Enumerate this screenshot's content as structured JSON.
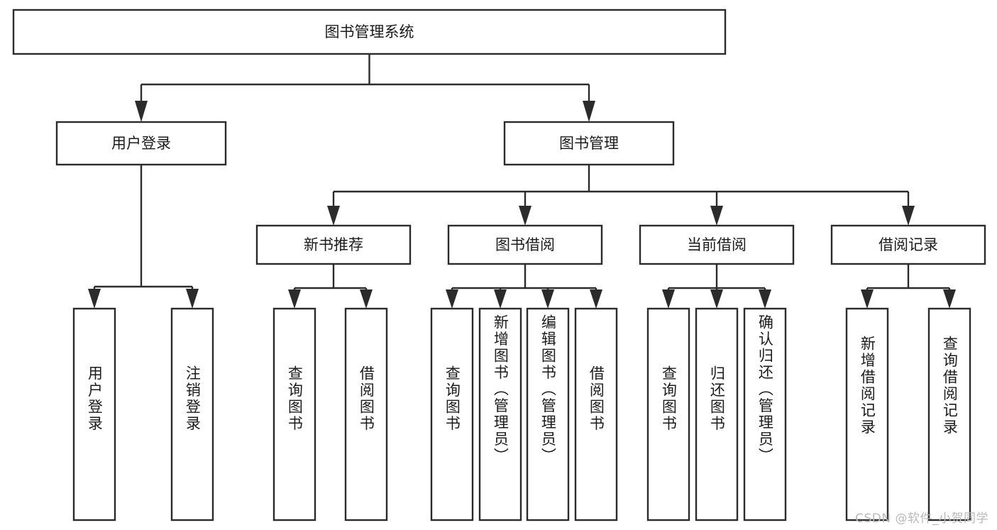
{
  "diagram": {
    "type": "tree-hierarchy-chart",
    "title": "图书管理系统",
    "background_color": "#ffffff",
    "line_color": "#2b2b2b",
    "text_color": "#1b1b1b",
    "root": {
      "id": "root",
      "label": "图书管理系统",
      "orientation": "horizontal"
    },
    "level1": [
      {
        "id": "user-login",
        "label": "用户登录",
        "orientation": "horizontal"
      },
      {
        "id": "book-manage",
        "label": "图书管理",
        "orientation": "horizontal"
      }
    ],
    "level2": [
      {
        "id": "new-book-recommend",
        "label": "新书推荐",
        "parent": "book-manage",
        "orientation": "horizontal"
      },
      {
        "id": "book-borrow",
        "label": "图书借阅",
        "parent": "book-manage",
        "orientation": "horizontal"
      },
      {
        "id": "current-borrow",
        "label": "当前借阅",
        "parent": "book-manage",
        "orientation": "horizontal"
      },
      {
        "id": "borrow-record",
        "label": "借阅记录",
        "parent": "book-manage",
        "orientation": "horizontal"
      }
    ],
    "leaves": [
      {
        "id": "leaf-user-login",
        "label": "用户登录",
        "parent": "user-login",
        "orientation": "vertical"
      },
      {
        "id": "leaf-user-logout",
        "label": "注销登录",
        "parent": "user-login",
        "orientation": "vertical"
      },
      {
        "id": "leaf-query-book-1",
        "label": "查询图书",
        "parent": "new-book-recommend",
        "orientation": "vertical"
      },
      {
        "id": "leaf-borrow-book-1",
        "label": "借阅图书",
        "parent": "new-book-recommend",
        "orientation": "vertical"
      },
      {
        "id": "leaf-query-book-2",
        "label": "查询图书",
        "parent": "book-borrow",
        "orientation": "vertical"
      },
      {
        "id": "leaf-add-book",
        "label": "新增图书（管理员）",
        "parent": "book-borrow",
        "orientation": "vertical"
      },
      {
        "id": "leaf-edit-book",
        "label": "编辑图书（管理员）",
        "parent": "book-borrow",
        "orientation": "vertical"
      },
      {
        "id": "leaf-borrow-book-2",
        "label": "借阅图书",
        "parent": "book-borrow",
        "orientation": "vertical"
      },
      {
        "id": "leaf-query-book-3",
        "label": "查询图书",
        "parent": "current-borrow",
        "orientation": "vertical"
      },
      {
        "id": "leaf-return-book",
        "label": "归还图书",
        "parent": "current-borrow",
        "orientation": "vertical"
      },
      {
        "id": "leaf-confirm-return",
        "label": "确认归还（管理员）",
        "parent": "current-borrow",
        "orientation": "vertical"
      },
      {
        "id": "leaf-add-record",
        "label": "新增借阅记录",
        "parent": "borrow-record",
        "orientation": "vertical"
      },
      {
        "id": "leaf-query-record",
        "label": "查询借阅记录",
        "parent": "borrow-record",
        "orientation": "vertical"
      }
    ]
  },
  "watermark": {
    "text": "CSDN @软件_小贺同学"
  }
}
